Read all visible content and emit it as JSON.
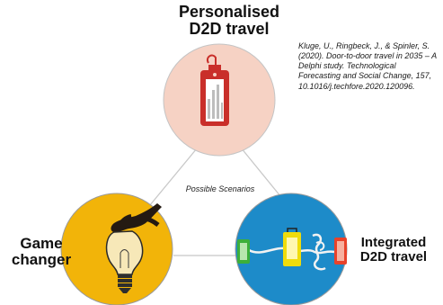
{
  "top_node": {
    "title_line1": "Personalised",
    "title_line2": "D2D travel",
    "icon": "luggage-tag-icon",
    "color": "#f6d2c4"
  },
  "left_node": {
    "title_line1": "Game",
    "title_line2": "changer",
    "icon": "hand-holding-lightbulb-icon",
    "color": "#f2b409"
  },
  "right_node": {
    "title_line1": "Integrated",
    "title_line2": "D2D travel",
    "icon": "connected-luggage-tags-icon",
    "color": "#1d8bc9"
  },
  "center_label": "Possible Scenarios",
  "citation": "Kluge, U., Ringbeck, J., & Spinler, S. (2020). Door-to-door travel in 2035 – A Delphi study. Technological Forecasting and Social Change, 157, 10.1016/j.techfore.2020.120096.",
  "colors": {
    "tag_red": "#c92f2a",
    "connector": "#c8c8c8"
  }
}
